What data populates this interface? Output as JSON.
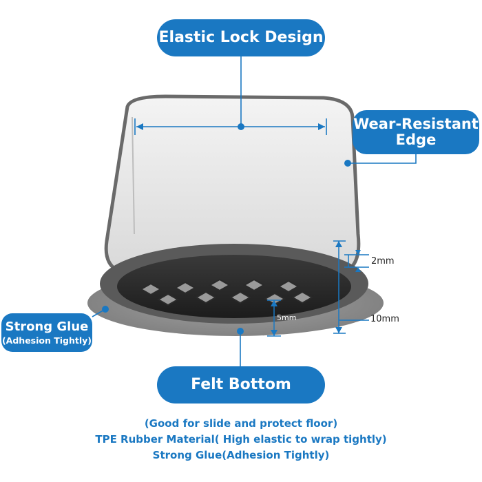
{
  "labels": {
    "elastic_lock": "Elastic Lock Design",
    "wear_line1": "Wear-Resistant",
    "wear_line2": "Edge",
    "glue_line1": "Strong Glue",
    "glue_line2": "(Adhesion Tightly)",
    "felt_bottom": "Felt Bottom"
  },
  "dimensions": {
    "d2": "2mm",
    "d5": "5mm",
    "d10": "10mm"
  },
  "captions": [
    "(Good for slide and protect floor)",
    "TPE Rubber Material( High elastic to wrap tightly)",
    "Strong Glue(Adhesion Tightly)"
  ],
  "colors": {
    "accent": "#1a78c2",
    "felt": "#8a8a8a",
    "rubber": "#555555"
  }
}
